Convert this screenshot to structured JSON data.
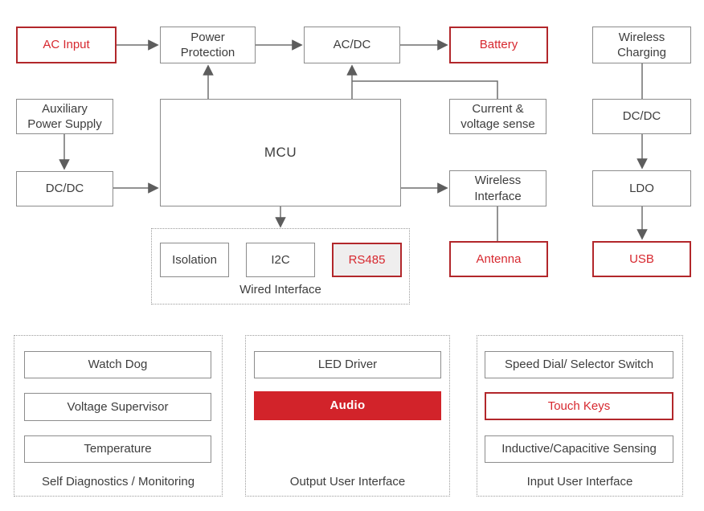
{
  "colors": {
    "red_border": "#b2272b",
    "red_text": "#d7282f",
    "red_fill": "#d2232a",
    "gray_border": "#8c8c8c",
    "line_gray": "#6f6f6f",
    "text_dark": "#3d3d3d",
    "rs485_fill": "#efeeee"
  },
  "blocks": {
    "ac_input": "AC Input",
    "power_protection": "Power\nProtection",
    "ac_dc": "AC/DC",
    "battery": "Battery",
    "wireless_charging": "Wireless\nCharging",
    "aux_power_supply": "Auxiliary\nPower Supply",
    "mcu": "MCU",
    "current_voltage_sense": "Current &\nvoltage sense",
    "dc_dc_right": "DC/DC",
    "dc_dc_left": "DC/DC",
    "wireless_interface": "Wireless\nInterface",
    "ldo": "LDO",
    "isolation": "Isolation",
    "i2c": "I2C",
    "rs485": "RS485",
    "antenna": "Antenna",
    "usb": "USB",
    "watch_dog": "Watch Dog",
    "voltage_supervisor": "Voltage Supervisor",
    "temperature": "Temperature",
    "led_driver": "LED Driver",
    "audio": "Audio",
    "speed_dial": "Speed Dial/ Selector Switch",
    "touch_keys": "Touch Keys",
    "inductive": "Inductive/Capacitive Sensing"
  },
  "groups": {
    "wired_interface": "Wired Interface",
    "self_diagnostics": "Self Diagnostics / Monitoring",
    "output_ui": "Output User Interface",
    "input_ui": "Input User Interface"
  }
}
